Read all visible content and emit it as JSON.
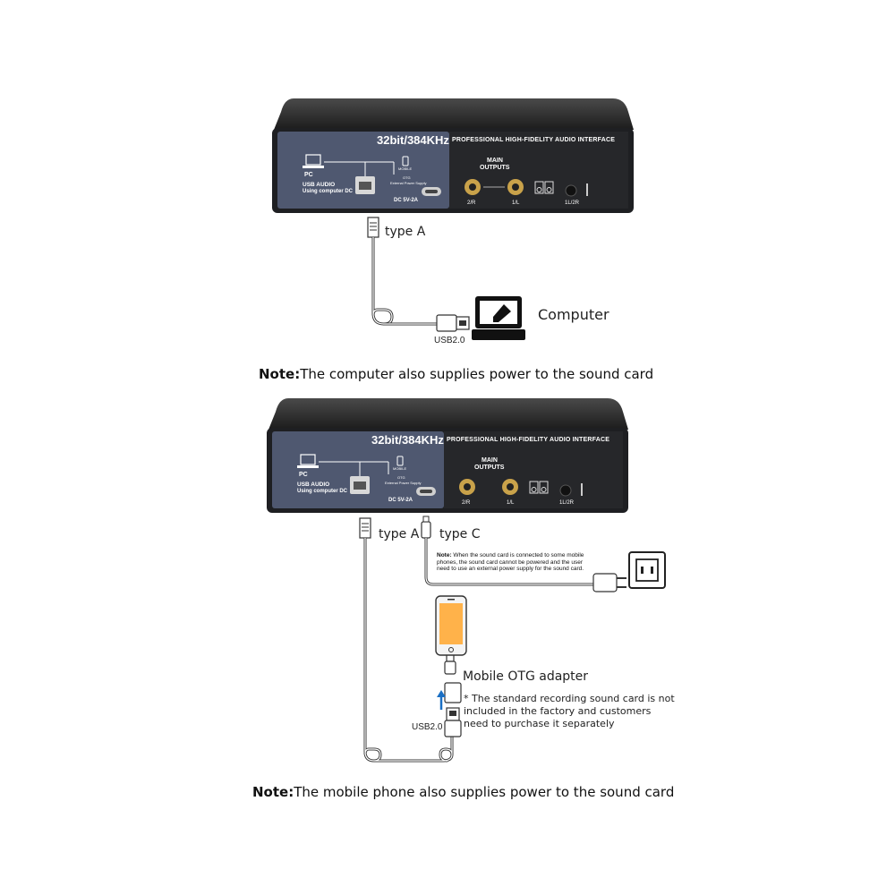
{
  "device": {
    "spec": "32bit/384KHz",
    "title": "PROFESSIONAL HIGH-FIDELITY AUDIO INTERFACE",
    "pc": "PC",
    "usb_audio": "USB AUDIO",
    "using_dc": "Using computer DC",
    "mobile": "MOBILE",
    "otg": "OTG",
    "ext_power": "External Power Supply",
    "dc": "DC 5V-2A",
    "main": "MAIN",
    "outputs": "OUTPUTS",
    "r": "2/R",
    "l": "1/L",
    "lr": "1L/2R"
  },
  "diagram1": {
    "type_a": "type A",
    "usb": "USB2.0",
    "computer": "Computer",
    "note_bold": "Note:",
    "note_text": "The computer also supplies power to the sound card"
  },
  "diagram2": {
    "type_a": "type A",
    "type_c": "type C",
    "small_note_bold": "Note:",
    "small_note_text": " When the sound card is connected to some mobile phones, the sound card cannot be powered and the user need to use an external power supply for the sound card.",
    "otg": "Mobile OTG adapter",
    "footnote": "* The standard recording sound card is not included in the factory and customers need to purchase it separately",
    "usb": "USB2.0",
    "note_bold": "Note:",
    "note_text": "The mobile phone also supplies power to the sound card"
  }
}
